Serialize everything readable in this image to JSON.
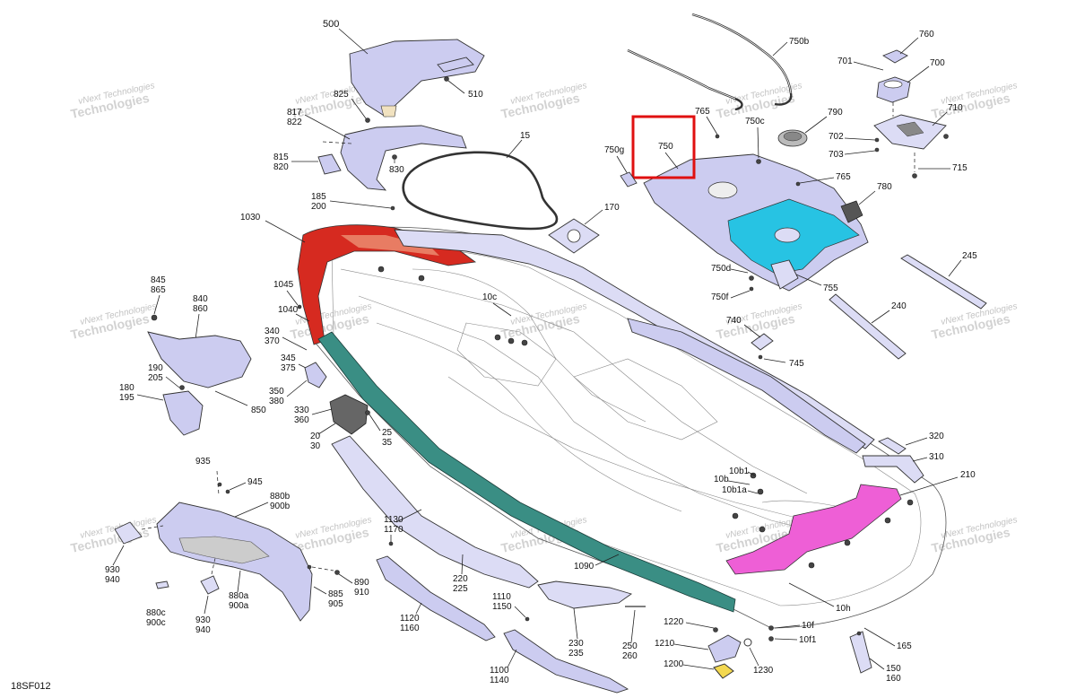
{
  "figure_id": "18SF012",
  "highlight_color": "#e01010",
  "part_labels": {
    "p500": "500",
    "p510": "510",
    "p825": "825",
    "p817": "817",
    "p822": "822",
    "p15": "15",
    "p830": "830",
    "p815": "815",
    "p820": "820",
    "p185": "185",
    "p200": "200",
    "p170": "170",
    "p1030": "1030",
    "p1045": "1045",
    "p1040": "1040",
    "p10c": "10c",
    "p845": "845",
    "p865": "865",
    "p840": "840",
    "p860": "860",
    "p340": "340",
    "p370": "370",
    "p345": "345",
    "p375": "375",
    "p190": "190",
    "p205": "205",
    "p180": "180",
    "p195": "195",
    "p350": "350",
    "p380": "380",
    "p850": "850",
    "p330": "330",
    "p360": "360",
    "p20": "20",
    "p30": "30",
    "p25": "25",
    "p35": "35",
    "p750b": "750b",
    "p760": "760",
    "p701": "701",
    "p700": "700",
    "p710": "710",
    "p765a": "765",
    "p750": "750",
    "p750c": "750c",
    "p790": "790",
    "p702": "702",
    "p703": "703",
    "p750g": "750g",
    "p715": "715",
    "p765b": "765",
    "p780": "780",
    "p245": "245",
    "p750d": "750d",
    "p750f": "750f",
    "p755": "755",
    "p740": "740",
    "p745": "745",
    "p240": "240",
    "p320": "320",
    "p310": "310",
    "p210": "210",
    "p10b1": "10b1",
    "p10b": "10b",
    "p10b1a": "10b1a",
    "p935": "935",
    "p945": "945",
    "p880b": "880b",
    "p900b": "900b",
    "p1130": "1130",
    "p1170": "1170",
    "p930a": "930",
    "p940a": "940",
    "p890": "890",
    "p910": "910",
    "p885": "885",
    "p905": "905",
    "p880c": "880c",
    "p900c": "900c",
    "p930b": "930",
    "p940b": "940",
    "p880a": "880a",
    "p900a": "900a",
    "p220": "220",
    "p225": "225",
    "p1090": "1090",
    "p10h": "10h",
    "p1120": "1120",
    "p1160": "1160",
    "p1110": "1110",
    "p1150": "1150",
    "p230": "230",
    "p235": "235",
    "p250": "250",
    "p260": "260",
    "p1220": "1220",
    "p1210": "1210",
    "p1200": "1200",
    "p1230": "1230",
    "p10f": "10f",
    "p10f1": "10f1",
    "p165": "165",
    "p150": "150",
    "p160": "160",
    "p1100": "1100",
    "p1140": "1140"
  },
  "watermark": {
    "line1": "vNext Technologies",
    "line2": "vNext",
    "line3": "Technologies"
  },
  "colors": {
    "lavender": "#ccccf0",
    "red_panel": "#d62a20",
    "teal_strip": "#3a8e84",
    "cyan_panel": "#27c3e3",
    "magenta_panel": "#ee5fd6",
    "yellow_part": "#f3d850"
  }
}
